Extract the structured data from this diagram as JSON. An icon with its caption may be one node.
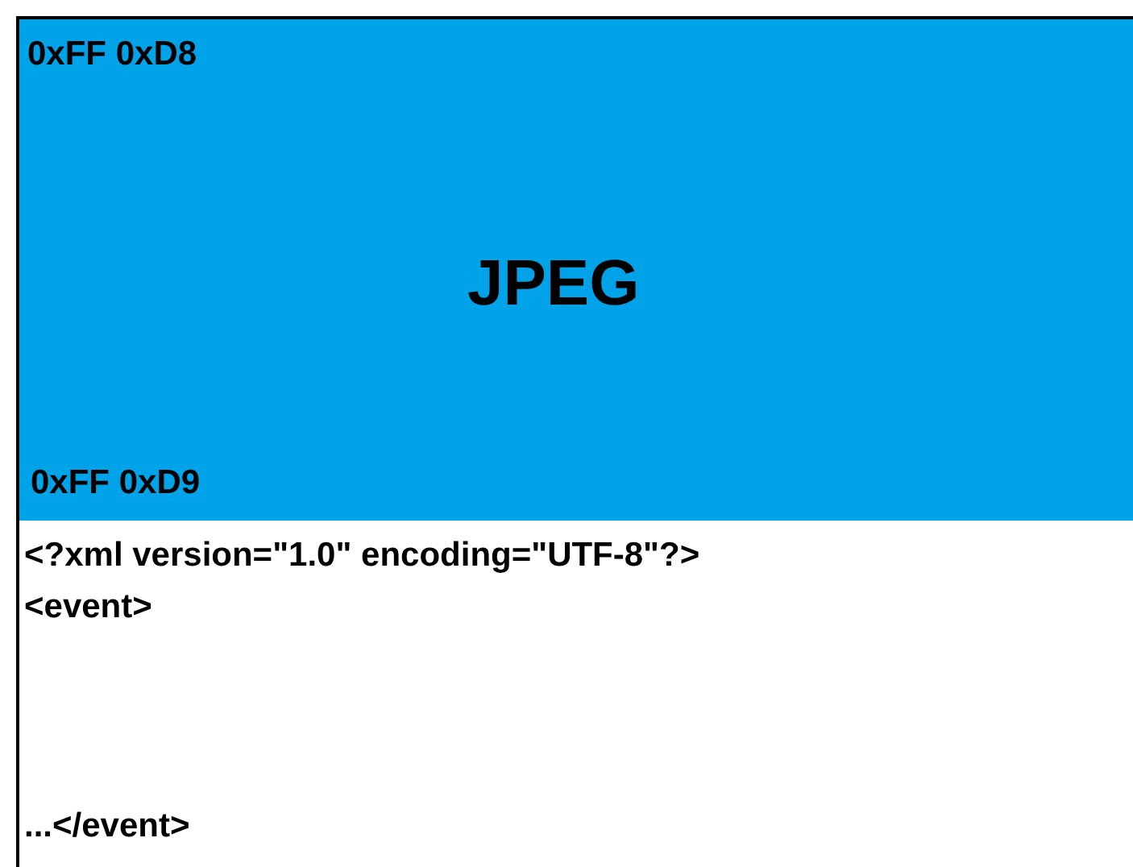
{
  "diagram": {
    "nodes": [
      {
        "text": [
          "0xFF 0xD8",
          "JPEG",
          "0xFF 0xD9"
        ]
      },
      {
        "text": [
          "<?xml version=\"1.0\" encoding=\"UTF-8\"?>",
          "<event>",
          "...</event>"
        ]
      }
    ]
  }
}
